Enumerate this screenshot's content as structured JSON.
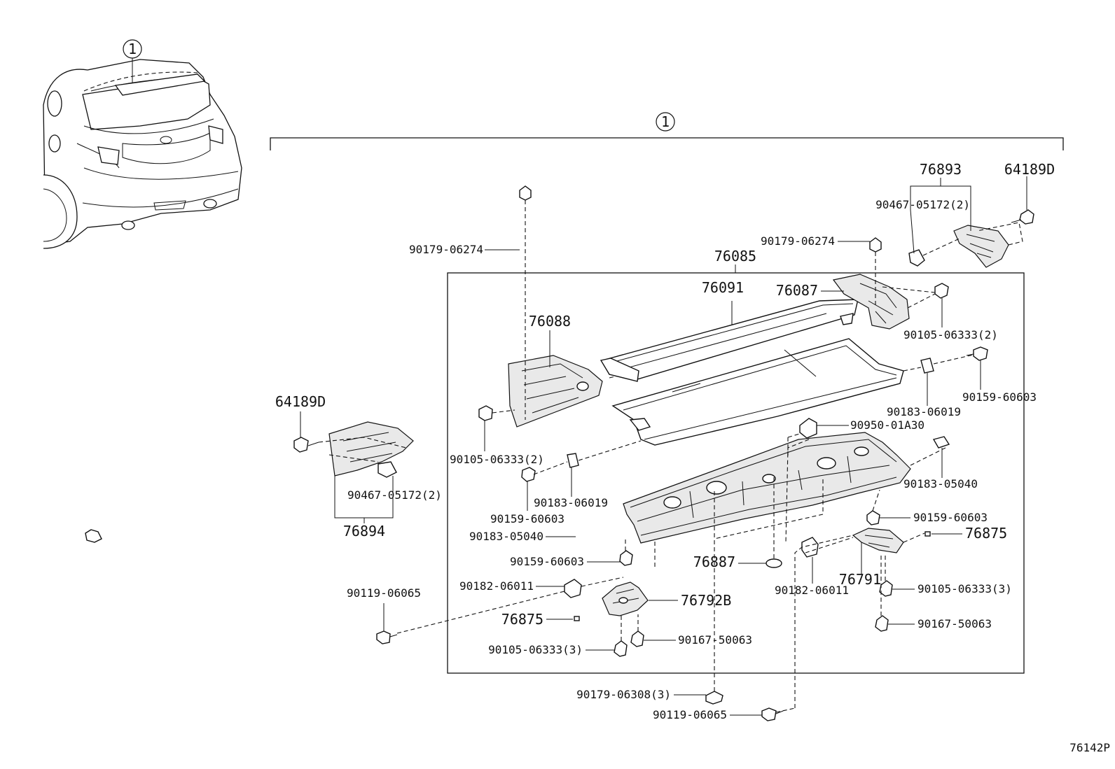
{
  "assembly_ref": "1",
  "car_callout": "1",
  "diagram_code": "76142P",
  "parts": {
    "p76085": "76085",
    "p76091": "76091",
    "p76087": "76087",
    "p76088": "76088",
    "p76893": "76893",
    "p76894": "76894",
    "p76887": "76887",
    "p76791": "76791",
    "p76792B": "76792B",
    "p76875_left": "76875",
    "p76875_right": "76875",
    "p64189D_left": "64189D",
    "p64189D_right": "64189D",
    "p90467_left": "90467-05172(2)",
    "p90467_right": "90467-05172(2)",
    "p90179_06274_left": "90179-06274",
    "p90179_06274_right": "90179-06274",
    "p90105_06333_2_right": "90105-06333(2)",
    "p90105_06333_2_left": "90105-06333(2)",
    "p90159_60603_upper_right": "90159-60603",
    "p90183_06019_right": "90183-06019",
    "p90950_01A30": "90950-01A30",
    "p90183_05040_right": "90183-05040",
    "p90159_60603_mid_right": "90159-60603",
    "p90183_06019_left": "90183-06019",
    "p90159_60603_left": "90159-60603",
    "p90183_05040_left": "90183-05040",
    "p90159_60603_lower_left": "90159-60603",
    "p90182_06011_left": "90182-06011",
    "p90182_06011_right": "90182-06011",
    "p90119_06065_left": "90119-06065",
    "p90119_06065_bottom": "90119-06065",
    "p90105_06333_3_right": "90105-06333(3)",
    "p90105_06333_3_left": "90105-06333(3)",
    "p90167_50063_right": "90167-50063",
    "p90167_50063_left": "90167-50063",
    "p90179_06308_3": "90179-06308(3)"
  }
}
